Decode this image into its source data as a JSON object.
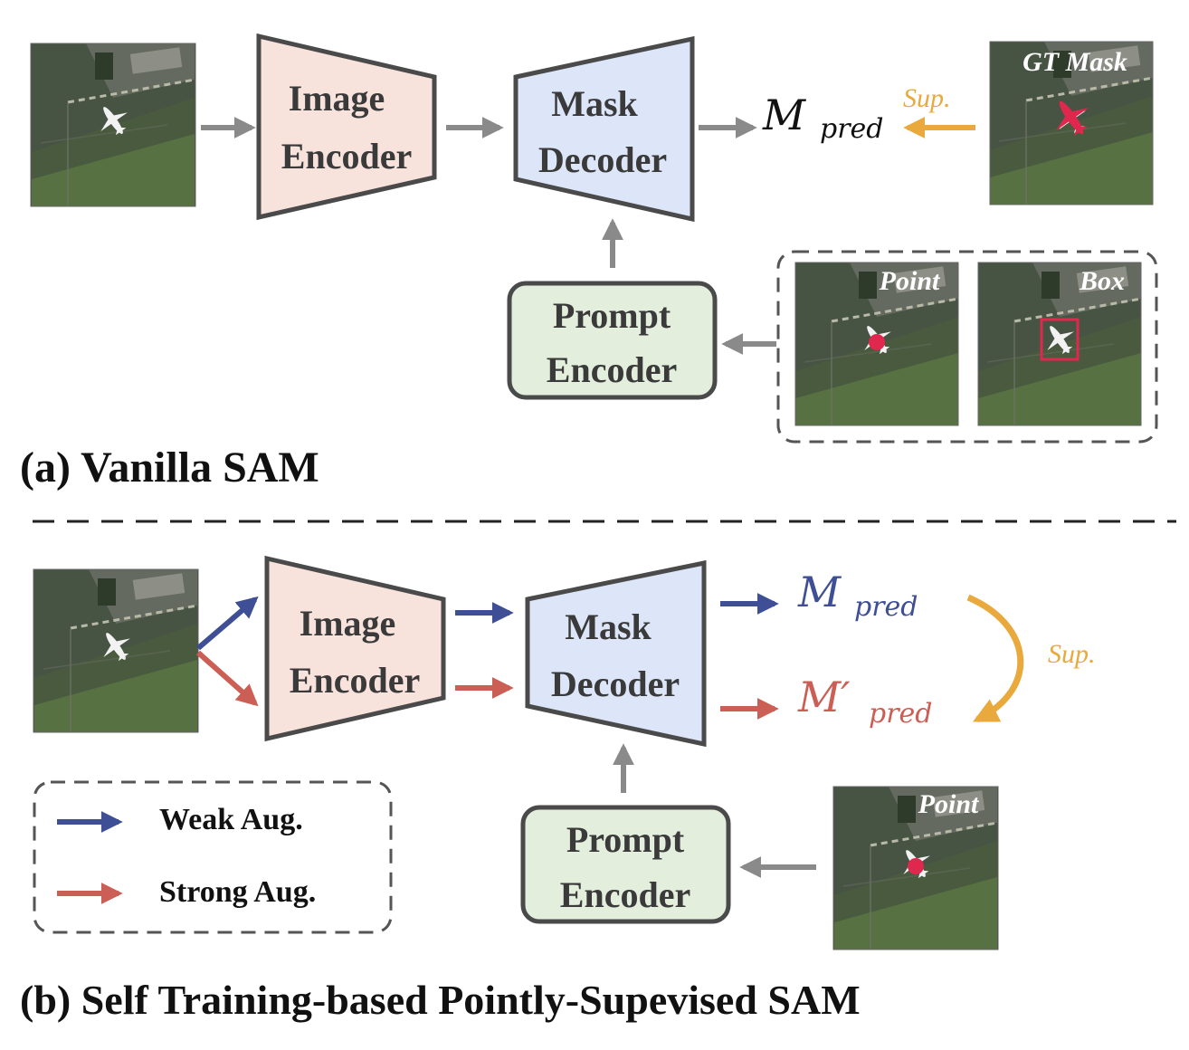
{
  "colors": {
    "gray_arrow": "#8a8a8a",
    "weak_arrow": "#3f4f96",
    "strong_arrow": "#cc5f55",
    "sup": "#e9a93c",
    "image_encoder_fill": "#f8e2dc",
    "mask_decoder_fill": "#dde6f8",
    "prompt_encoder_fill": "#e4eedd",
    "block_stroke": "#4a4a4a",
    "mask_red": "#e0274e",
    "point_red": "#e0274e"
  },
  "section_a": {
    "title": "(a)  Vanilla SAM",
    "image_encoder": {
      "line1": "Image",
      "line2": "Encoder"
    },
    "mask_decoder": {
      "line1": "Mask",
      "line2": "Decoder"
    },
    "prompt_encoder": {
      "line1": "Prompt",
      "line2": "Encoder"
    },
    "output": {
      "base": "M",
      "sub": "pred"
    },
    "sup_label": "Sup.",
    "gt_label": "GT Mask",
    "point_label": "Point",
    "box_label": "Box"
  },
  "section_b": {
    "title": "(b) Self Training-based Pointly-Supevised SAM",
    "image_encoder": {
      "line1": "Image",
      "line2": "Encoder"
    },
    "mask_decoder": {
      "line1": "Mask",
      "line2": "Decoder"
    },
    "prompt_encoder": {
      "line1": "Prompt",
      "line2": "Encoder"
    },
    "output_weak": {
      "base": "M",
      "sub": "pred"
    },
    "output_strong": {
      "base": "M′",
      "sub": "pred"
    },
    "sup_label": "Sup.",
    "point_label": "Point",
    "legend": {
      "weak": "Weak  Aug.",
      "strong": "Strong  Aug."
    }
  }
}
